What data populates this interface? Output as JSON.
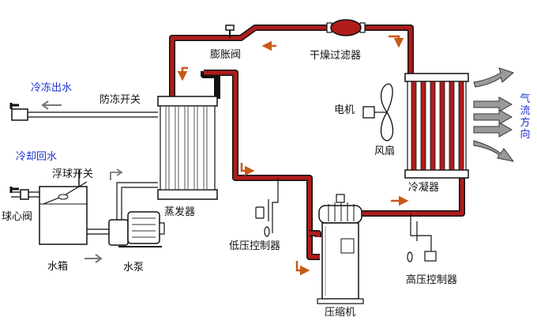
{
  "labels": {
    "expansion_valve": "膨胀阀",
    "filter_drier": "干燥过滤器",
    "chilled_water_out": "冷冻出水",
    "antifreeze_switch": "防冻开关",
    "cooling_return": "冷却回水",
    "float_switch": "浮球开关",
    "ball_valve": "球心阀",
    "water_tank": "水箱",
    "water_pump": "水泵",
    "evaporator": "蒸发器",
    "low_pressure_controller": "低压控制器",
    "compressor": "压缩机",
    "high_pressure_controller": "高压控制器",
    "condenser": "冷凝器",
    "motor": "电机",
    "fan": "风扇",
    "airflow_direction": "气流方向"
  },
  "colors": {
    "refrigerant_pipe": "#b01c1c",
    "flow_arrow": "#c8581a",
    "label_blue": "#1a2fd6",
    "airflow_arrow": "#7a7a7a"
  }
}
